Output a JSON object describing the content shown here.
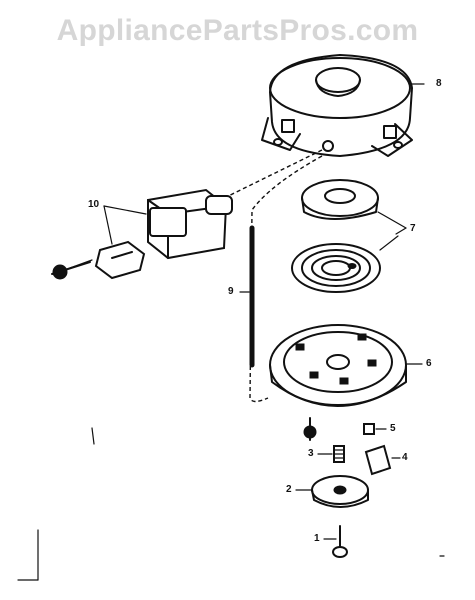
{
  "watermark": "AppliancePartsPros.com",
  "callouts": {
    "c1": "1",
    "c2": "2",
    "c3": "3",
    "c4": "4",
    "c5": "5",
    "c6": "6",
    "c7": "7",
    "c8": "8",
    "c9": "9",
    "c10": "10"
  }
}
